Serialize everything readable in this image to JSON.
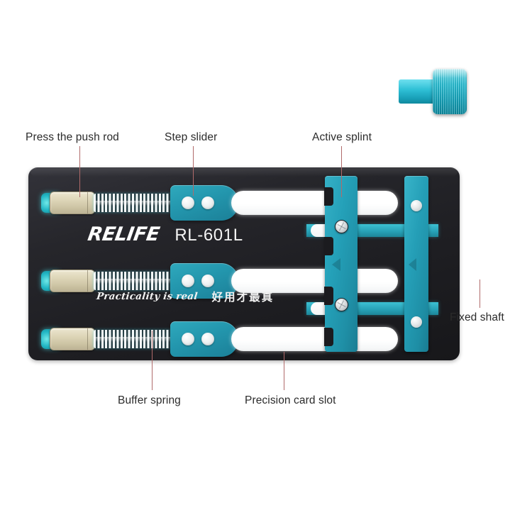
{
  "product": {
    "brand": "RELIFE",
    "model": "RL-601L",
    "slogan_en": "Practicality is real",
    "slogan_zh": "好用才最真"
  },
  "colors": {
    "body_black": "#1e1e22",
    "teal": "#24a0b8",
    "teal_bright": "#2bc3d9",
    "push_rod_beige": "#ddd5b7",
    "slot_white": "#ffffff",
    "leader_line": "#b06a6a",
    "label_text": "#2b2b2b",
    "background": "#ffffff"
  },
  "callouts": [
    {
      "id": "press-the-push-rod",
      "label": "Press the push rod"
    },
    {
      "id": "step-slider",
      "label": "Step slider"
    },
    {
      "id": "active-splint",
      "label": "Active splint"
    },
    {
      "id": "fixed-shaft",
      "label": "Fixed shaft"
    },
    {
      "id": "buffer-spring",
      "label": "Buffer spring"
    },
    {
      "id": "precision-card-slot",
      "label": "Precision card slot"
    }
  ],
  "mechanism": {
    "row_count": 3,
    "row_tops": [
      30,
      140,
      222
    ],
    "parts": [
      "socket",
      "push-rod",
      "buffer-spring",
      "step-slider",
      "precision-card-slot"
    ],
    "slider_knob_count": 2,
    "splint_notch_count": 4,
    "splint_screw_count": 2,
    "post_pin_count": 2
  }
}
